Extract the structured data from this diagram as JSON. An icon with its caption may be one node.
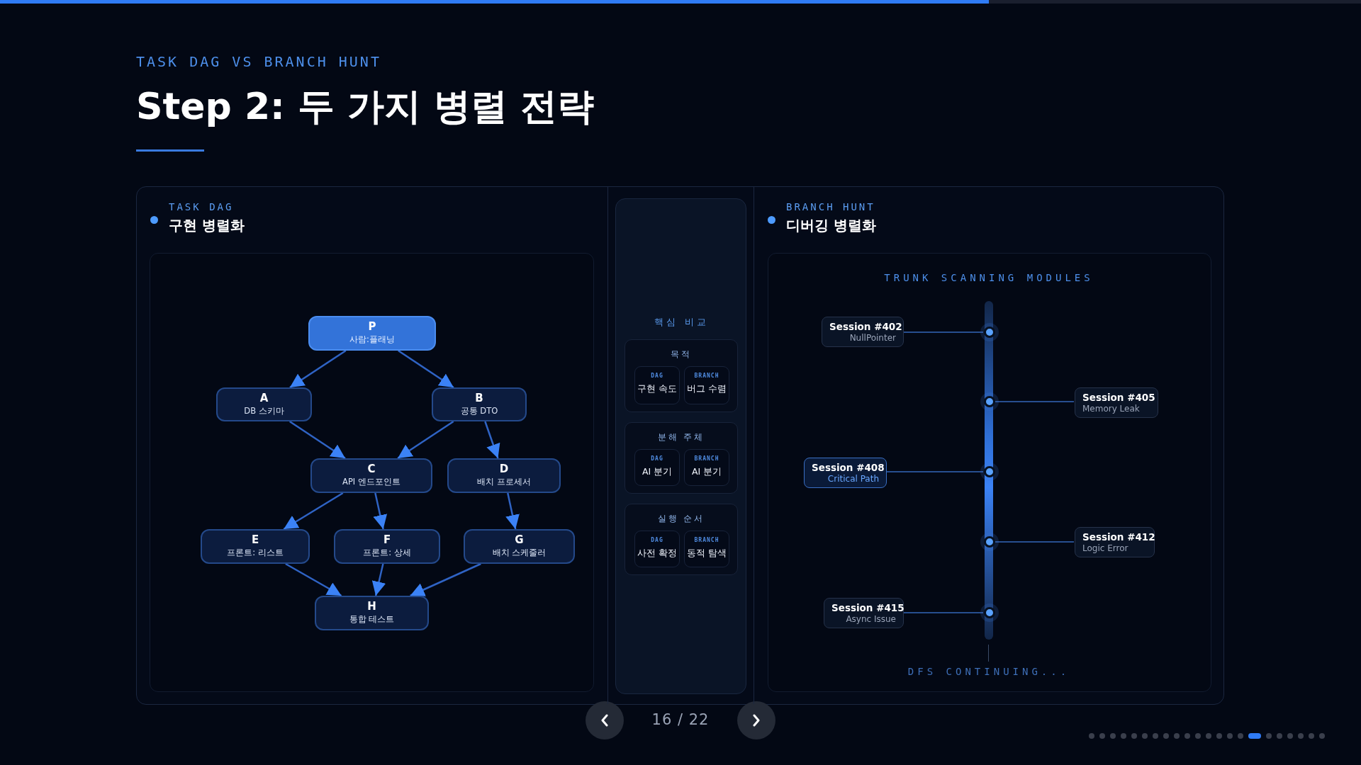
{
  "diagram": {
    "title": "Step 2: 두 가지 병렬 전략",
    "nodes": [
      {
        "text": [
          "TASK DAG",
          "구현 병렬화"
        ]
      },
      {
        "text": [
          "P",
          "사람:플래닝"
        ],
        "in": 0
      },
      {
        "text": [
          "A",
          "DB 스키마"
        ],
        "in": 0
      },
      {
        "text": [
          "B",
          "공통 DTO"
        ],
        "in": 0
      },
      {
        "text": [
          "C",
          "API 엔드포인트"
        ],
        "in": 0
      },
      {
        "text": [
          "D",
          "배치 프로세서"
        ],
        "in": 0
      },
      {
        "text": [
          "E",
          "프론트: 리스트"
        ],
        "in": 0
      },
      {
        "text": [
          "F",
          "프론트: 상세"
        ],
        "in": 0
      },
      {
        "text": [
          "G",
          "배치 스케줄러"
        ],
        "in": 0
      },
      {
        "text": [
          "H",
          "통합 테스트"
        ],
        "in": 0
      },
      {
        "text": [
          "핵심 비교"
        ]
      },
      {
        "text": [
          "목적"
        ],
        "in": 10
      },
      {
        "text": [
          "DAG",
          "구현 속도"
        ],
        "in": 11
      },
      {
        "text": [
          "BRANCH",
          "버그 수렴"
        ],
        "in": 11
      },
      {
        "text": [
          "분해 주체"
        ],
        "in": 10
      },
      {
        "text": [
          "DAG",
          "AI 분기"
        ],
        "in": 14
      },
      {
        "text": [
          "BRANCH",
          "AI 분기"
        ],
        "in": 14
      },
      {
        "text": [
          "실행 순서"
        ],
        "in": 10
      },
      {
        "text": [
          "DAG",
          "사전 확정"
        ],
        "in": 17
      },
      {
        "text": [
          "BRANCH",
          "동적 탐색"
        ],
        "in": 17
      },
      {
        "text": [
          "BRANCH HUNT",
          "디버깅 병렬화"
        ]
      },
      {
        "text": [
          "Session #402",
          "NullPointer"
        ],
        "in": 20
      },
      {
        "text": [
          "Session #405",
          "Memory Leak"
        ],
        "in": 20
      },
      {
        "text": [
          "Session #408",
          "Critical Path"
        ],
        "in": 20
      },
      {
        "text": [
          "Session #412",
          "Logic Error"
        ],
        "in": 20
      },
      {
        "text": [
          "Session #415",
          "Async Issue"
        ],
        "in": 20
      },
      {
        "text": [],
        "shape": "circle",
        "in": 20
      },
      {
        "text": [],
        "shape": "circle",
        "in": 20
      },
      {
        "text": [],
        "shape": "circle",
        "in": 20
      },
      {
        "text": [],
        "shape": "circle",
        "in": 20
      },
      {
        "text": [],
        "shape": "circle",
        "in": 20
      }
    ],
    "edges": [
      {
        "from": 1,
        "to": 2,
        "arrow": "to"
      },
      {
        "from": 1,
        "to": 3,
        "arrow": "to"
      },
      {
        "from": 2,
        "to": 4,
        "arrow": "to"
      },
      {
        "from": 3,
        "to": 4,
        "arrow": "to"
      },
      {
        "from": 3,
        "to": 5,
        "arrow": "to"
      },
      {
        "from": 4,
        "to": 6,
        "arrow": "to"
      },
      {
        "from": 4,
        "to": 7,
        "arrow": "to"
      },
      {
        "from": 5,
        "to": 8,
        "arrow": "to"
      },
      {
        "from": 6,
        "to": 9,
        "arrow": "to"
      },
      {
        "from": 7,
        "to": 9,
        "arrow": "to"
      },
      {
        "from": 8,
        "to": 9,
        "arrow": "to"
      },
      {
        "from": 21,
        "to": 26,
        "arrow": "none"
      },
      {
        "from": 22,
        "to": 27,
        "arrow": "none"
      },
      {
        "from": 23,
        "to": 28,
        "arrow": "none"
      },
      {
        "from": 24,
        "to": 29,
        "arrow": "none"
      },
      {
        "from": 25,
        "to": 30,
        "arrow": "none"
      }
    ],
    "labels": [
      "TASK DAG VS BRANCH HUNT",
      "TRUNK SCANNING MODULES",
      "DFS CONTINUING...",
      "16 / 22"
    ]
  }
}
